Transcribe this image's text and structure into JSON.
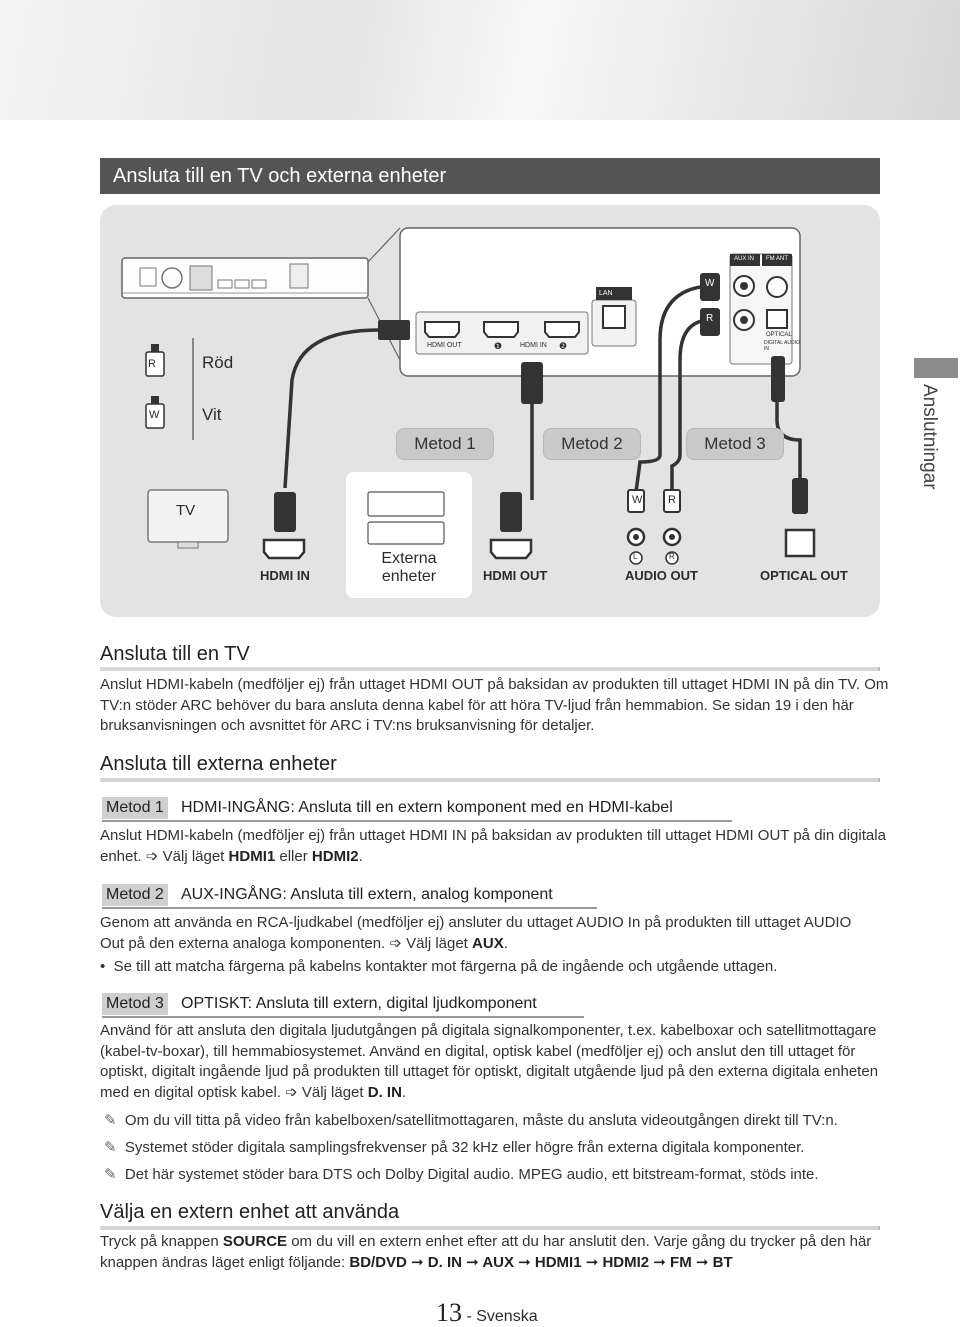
{
  "page": {
    "section_title": "Ansluta till en TV och externa enheter",
    "side_tab_label": "Anslutningar",
    "page_number": "13",
    "page_language": "- Svenska"
  },
  "diagram": {
    "legend": [
      {
        "plug_letter": "R",
        "label": "Röd"
      },
      {
        "plug_letter": "W",
        "label": "Vit"
      }
    ],
    "rear_panel_labels": {
      "lan": "LAN",
      "aux_in": "AUX IN",
      "fm_ant": "FM ANT",
      "hdmi_out": "HDMI OUT",
      "hdmi_in": "HDMI IN",
      "hdmi_in_1": "❶",
      "hdmi_in_2": "❷",
      "optical": "OPTICAL",
      "digital_audio_in": "DIGITAL AUDIO IN",
      "plug_w": "W",
      "plug_r": "R"
    },
    "methods": [
      "Metod 1",
      "Metod 2",
      "Metod 3"
    ],
    "tv_label": "TV",
    "devices_label": "Externa enheter",
    "bottom_plugs": {
      "w": "W",
      "r": "R",
      "l_circle": "L",
      "r_circle": "R"
    },
    "jack_labels": {
      "hdmi_in": "HDMI IN",
      "hdmi_out": "HDMI OUT",
      "audio_out": "AUDIO OUT",
      "optical_out": "OPTICAL OUT"
    }
  },
  "connect_tv": {
    "heading": "Ansluta till en TV",
    "body": "Anslut HDMI-kabeln (medföljer ej) från uttaget HDMI OUT på baksidan av produkten till uttaget HDMI IN på din TV. Om TV:n stöder ARC behöver du bara ansluta denna kabel för att höra TV-ljud från hemmabion. Se sidan 19 i den här bruksanvisningen och avsnittet för ARC i TV:ns bruksanvisning för detaljer."
  },
  "connect_external": {
    "heading": "Ansluta till externa enheter",
    "method1": {
      "badge": "Metod 1",
      "title": "HDMI-INGÅNG: Ansluta till en extern komponent med en HDMI-kabel",
      "body": "Anslut HDMI-kabeln (medföljer ej) från uttaget HDMI IN på baksidan av produkten till uttaget HDMI OUT på din digitala enhet.",
      "arrow": "➩",
      "mode_prefix": "Välj läget",
      "mode_a": "HDMI1",
      "mode_joiner": "eller",
      "mode_b": "HDMI2",
      "mode_suffix": "."
    },
    "method2": {
      "badge": "Metod 2",
      "title": "AUX-INGÅNG: Ansluta till extern, analog komponent",
      "body": "Genom att använda en RCA-ljudkabel (medföljer ej) ansluter du uttaget AUDIO In på produkten till uttaget AUDIO Out på den externa analoga komponenten.",
      "arrow": "➩",
      "mode_prefix": "Välj läget",
      "mode": "AUX",
      "mode_suffix": ".",
      "bullet_mark": "•",
      "bullet": "Se till att matcha färgerna på kabelns kontakter mot färgerna på de ingående och utgående uttagen."
    },
    "method3": {
      "badge": "Metod 3",
      "title": "OPTISKT: Ansluta till extern, digital ljudkomponent",
      "body": "Använd för att ansluta den digitala ljudutgången på digitala signalkomponenter, t.ex. kabelboxar och satellitmottagare (kabel-tv-boxar), till hemmabiosystemet. Använd en digital, optisk kabel (medföljer ej) och anslut den till uttaget för optiskt, digitalt ingående ljud på produkten till uttaget för optiskt, digitalt utgående ljud på den externa digitala enheten med en digital optisk kabel.",
      "arrow": "➩",
      "mode_prefix": "Välj läget",
      "mode": "D. IN",
      "mode_suffix": "."
    },
    "notes": [
      "Om du vill titta på video från kabelboxen/satellitmottagaren, måste du ansluta videoutgången direkt till TV:n.",
      "Systemet stöder digitala samplingsfrekvenser på 32 kHz eller högre från externa digitala komponenter.",
      "Det här systemet stöder bara DTS och Dolby Digital audio. MPEG audio, ett bitstream-format, stöds inte."
    ],
    "note_mark": "✎"
  },
  "select_device": {
    "heading": "Välja en extern enhet att använda",
    "body_pre": "Tryck på knappen",
    "button_name": "SOURCE",
    "body_post": "om du vill en extern enhet efter att du har anslutit den. Varje gång du trycker på den här knappen ändras läget enligt följande:",
    "modes": [
      "BD/DVD",
      "D. IN",
      "AUX",
      "HDMI1",
      "HDMI2",
      "FM",
      "BT"
    ],
    "arrow": "➞"
  },
  "colors": {
    "title_bar": "#545454",
    "diagram_bg": "#e3e3e3",
    "badge": "#cfcfcf",
    "pill": "#c9c9c9"
  }
}
